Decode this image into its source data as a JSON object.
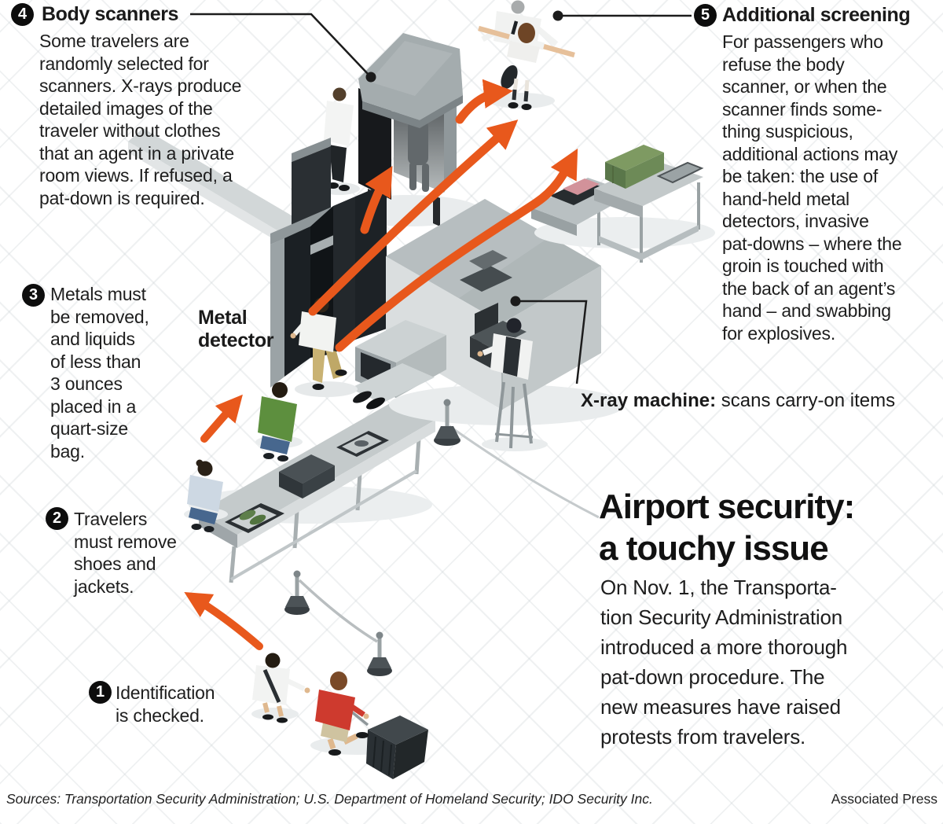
{
  "steps": [
    {
      "num": "1",
      "text": "Identification\nis checked."
    },
    {
      "num": "2",
      "text": "Travelers\nmust remove\nshoes and\njackets."
    },
    {
      "num": "3",
      "text": "Metals must\nbe removed,\nand liquids\nof less than\n3 ounces\nplaced in a\nquart-size\nbag."
    },
    {
      "num": "4",
      "title": "Body scanners",
      "text": "Some travelers are\nrandomly selected for\nscanners. X-rays produce\ndetailed images of the\ntraveler without clothes\nthat an agent in a private\nroom views. If refused, a\npat-down is required."
    },
    {
      "num": "5",
      "title": "Additional screening",
      "text": "For passengers who\nrefuse the body\nscanner, or when the\nscanner finds some-\nthing suspicious,\nadditional actions may\nbe taken: the use of\nhand-held metal\ndetectors, invasive\npat-downs – where the\ngroin is touched with\nthe back of an agent’s\nhand – and swabbing\nfor explosives."
    }
  ],
  "labels": {
    "metal_detector": "Metal\ndetector",
    "xray_bold": "X-ray machine:",
    "xray_rest": " scans carry-on items"
  },
  "panel": {
    "title": "Airport security:\na touchy issue",
    "body": "On Nov. 1, the Transporta-\ntion Security Administration\nintroduced a more thorough\npat-down procedure. The\nnew measures have raised\nprotests from travelers."
  },
  "footer": {
    "sources": "Sources: Transportation Security Administration; U.S. Department of Homeland Security; IDO Security Inc.",
    "credit": "Associated Press"
  },
  "colors": {
    "accent_orange": "#e8581c",
    "ink": "#1a1a1a",
    "machine_gray": "#c4cacb"
  }
}
